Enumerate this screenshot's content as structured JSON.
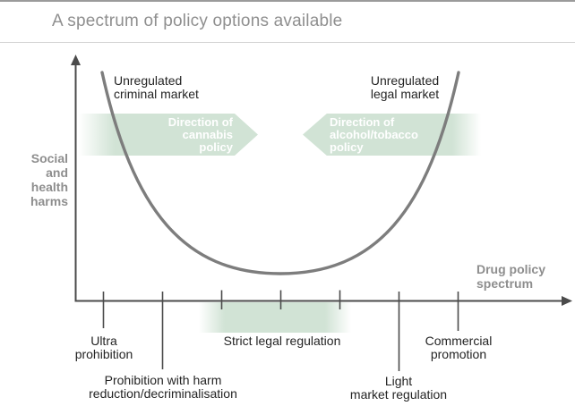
{
  "figure": {
    "title": "A spectrum of policy options available"
  },
  "axes": {
    "y_axis_label": "Social\nand\nhealth\nharms",
    "x_axis_label": "Drug policy\nspectrum"
  },
  "curve": {
    "left_end_label": "Unregulated\ncriminal market",
    "right_end_label": "Unregulated\nlegal market"
  },
  "direction_arrows": {
    "cannabis": "Direction of\ncannabis\npolicy",
    "alcohol_tobacco": "Direction of\nalcohol/tobacco\npolicy"
  },
  "spectrum_labels": [
    {
      "label": "Ultra\nprohibition",
      "highlighted": false
    },
    {
      "label": "Prohibition with harm\nreduction/decriminalisation",
      "highlighted": false
    },
    {
      "label": "Strict legal regulation",
      "highlighted": true
    },
    {
      "label": "Light\nmarket regulation",
      "highlighted": false
    },
    {
      "label": "Commercial\npromotion",
      "highlighted": false
    }
  ],
  "colors": {
    "accent_green": "#d1e3d5",
    "curve_gray": "#7d7d7d",
    "axis_gray": "#4b4b4b",
    "muted_label_gray": "#8e8e8e",
    "text_dark": "#242424"
  }
}
